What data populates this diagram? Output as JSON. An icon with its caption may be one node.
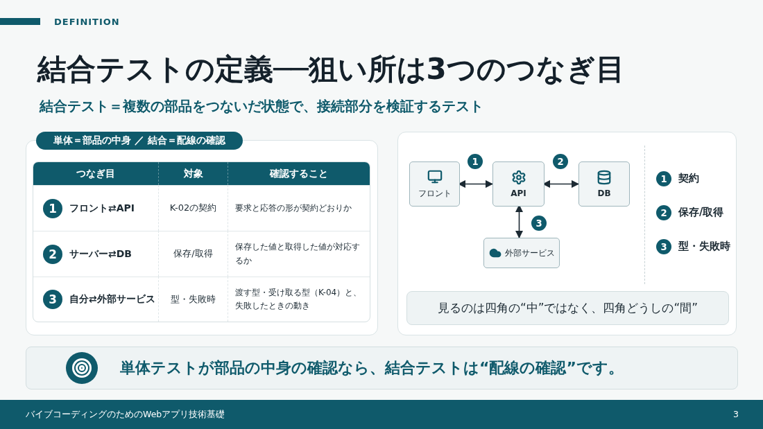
{
  "diagram": {
    "title": "結合テストの定義──狙い所は3つのつなぎ目",
    "nodes": [
      {
        "text": [
          "フロント"
        ]
      },
      {
        "text": [
          "API"
        ]
      },
      {
        "text": [
          "DB"
        ]
      },
      {
        "text": [
          "外部サービス"
        ]
      },
      {
        "text": [
          "見るのは四角の“中”ではなく、四角どうしの“間”"
        ]
      },
      {
        "text": [
          "単体テストが部品の中身の確認なら、結合テストは“配線の確認”です。"
        ]
      }
    ],
    "edges": [
      {
        "from": 0,
        "to": 1,
        "arrow": "both",
        "label": "1"
      },
      {
        "from": 1,
        "to": 2,
        "arrow": "both",
        "label": "2"
      },
      {
        "from": 1,
        "to": 3,
        "arrow": "both",
        "label": "3"
      }
    ],
    "labels": [
      "DEFINITION",
      "結合テスト＝複数の部品をつないだ状態で、接続部分を検証するテスト",
      "単体＝部品の中身 ／ 結合＝配線の確認",
      "つなぎ目",
      "対象",
      "確認すること",
      "1",
      "フロント⇄API",
      "K-02の契約",
      "要求と応答の形が契約どおりか",
      "2",
      "サーバー⇄DB",
      "保存/取得",
      "保存した値と取得した値が対応するか",
      "3",
      "自分⇄外部サービス",
      "型・失敗時",
      "渡す型・受け取る型（K-04）と、失敗したときの動き",
      "1",
      "契約",
      "2",
      "保存/取得",
      "3",
      "型・失敗時",
      "バイブコーディングのためのWebアプリ技術基礎",
      "3"
    ]
  }
}
